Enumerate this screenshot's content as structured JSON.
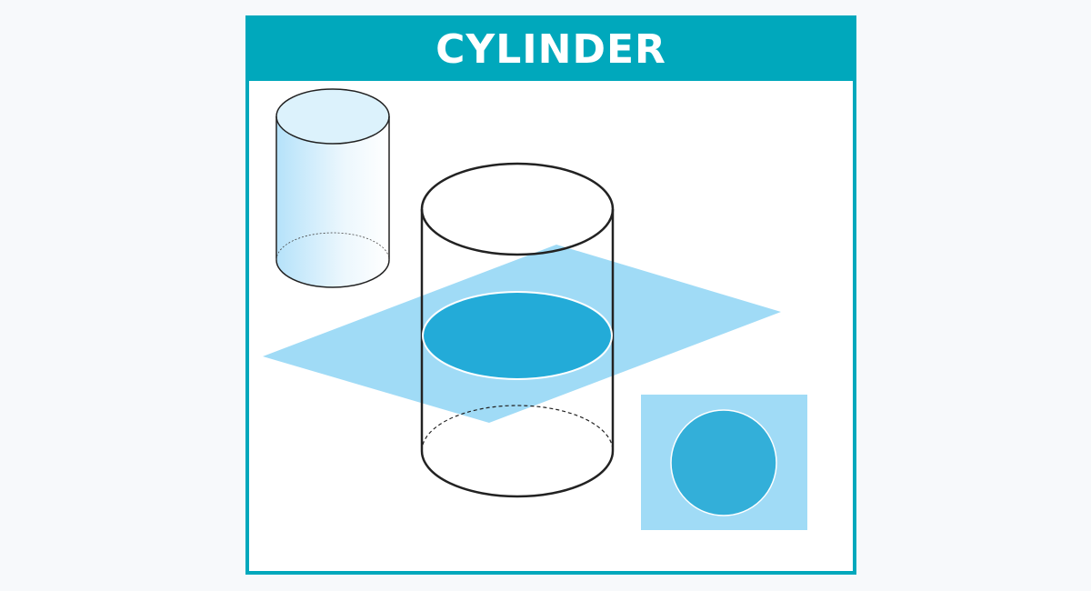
{
  "header": {
    "title": "CYLINDER"
  },
  "colors": {
    "frame": "#00a8bc",
    "plane": "#a0dbf6",
    "cross_section": "#23abd8",
    "inset_circle": "#33afd9",
    "outline": "#222222"
  },
  "figures": [
    {
      "name": "small-shaded-cylinder",
      "shape": "cylinder"
    },
    {
      "name": "large-cylinder",
      "shape": "cylinder"
    },
    {
      "name": "intersecting-plane",
      "shape": "parallelogram"
    },
    {
      "name": "cross-section",
      "shape": "ellipse"
    },
    {
      "name": "cross-section-view",
      "shape": "circle on square"
    }
  ]
}
